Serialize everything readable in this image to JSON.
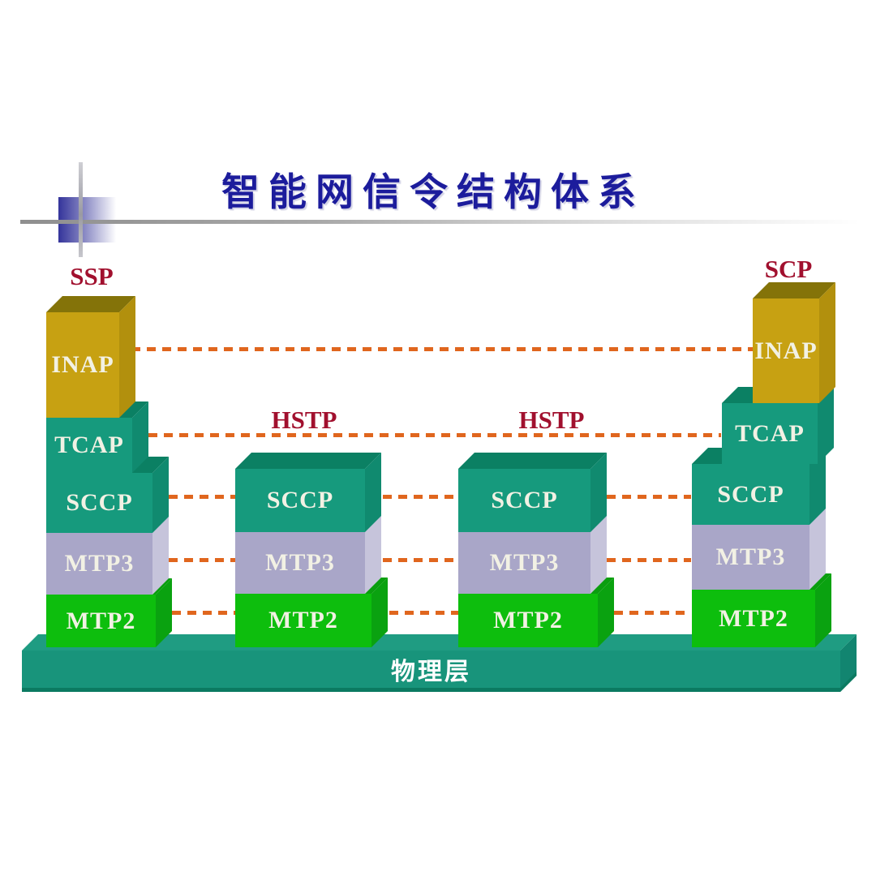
{
  "title": "智能网信令结构体系",
  "stacks": {
    "ssp": {
      "node_label": "SSP",
      "layers": {
        "inap": "INAP",
        "tcap": "TCAP",
        "sccp": "SCCP",
        "mtp3": "MTP3",
        "mtp2": "MTP2"
      }
    },
    "hstp1": {
      "node_label": "HSTP",
      "layers": {
        "sccp": "SCCP",
        "mtp3": "MTP3",
        "mtp2": "MTP2"
      }
    },
    "hstp2": {
      "node_label": "HSTP",
      "layers": {
        "sccp": "SCCP",
        "mtp3": "MTP3",
        "mtp2": "MTP2"
      }
    },
    "scp": {
      "node_label": "SCP",
      "layers": {
        "inap": "INAP",
        "tcap": "TCAP",
        "sccp": "SCCP",
        "mtp3": "MTP3",
        "mtp2": "MTP2"
      }
    }
  },
  "physical_layer": "物理层",
  "colors": {
    "title": "#1C1C9C",
    "node_label": "#A1102E",
    "dash": "#E0661E",
    "block_text": "#F2F1E4",
    "gold": "#C7A112",
    "gold_top": "#847309",
    "gold_side": "#B2900D",
    "teal": "#169A7D",
    "teal_top": "#0B8063",
    "teal_side": "#108A6F",
    "lavender": "#A9A6C8",
    "lavender_side": "#C6C4DB",
    "green": "#0DBE0D",
    "green_top": "#0A9E0F",
    "green_side": "#0AA210",
    "bar": "#18947B",
    "bar_top": "#1F9C82",
    "bar_side": "#128570",
    "bar_edge": "#0B7A61",
    "deco_blue": "#34349B",
    "deco_gray": "#8F8F8F"
  }
}
